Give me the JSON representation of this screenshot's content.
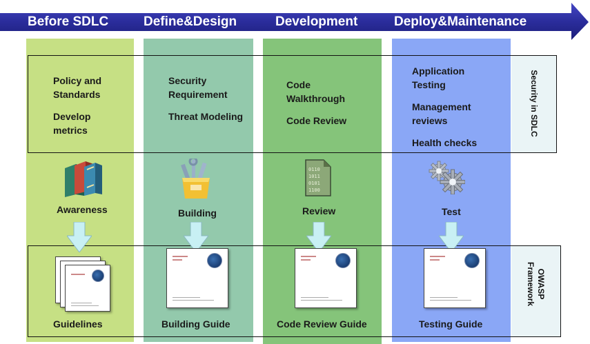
{
  "phases": [
    "Before SDLC",
    "Define&Design",
    "Development",
    "Deploy&Maintenance"
  ],
  "side_labels": {
    "security": "Security in SDLC",
    "framework": "OWASP Framework"
  },
  "activities": {
    "before": [
      "Policy and Standards",
      "Develop metrics"
    ],
    "define": [
      "Security Requirement",
      "Threat Modeling"
    ],
    "development": [
      "Code Walkthrough",
      "Code Review"
    ],
    "deploy": [
      "Application Testing",
      "Management reviews",
      "Health checks"
    ]
  },
  "stages": [
    "Awareness",
    "Building",
    "Review",
    "Test"
  ],
  "guides": [
    "Guidelines",
    "Building Guide",
    "Code Review Guide",
    "Testing Guide"
  ],
  "colors": {
    "banner": "#2b2d9c",
    "col_before": "#c6e084",
    "col_define": "#93c9ac",
    "col_development": "#85c47a",
    "col_deploy": "#8aa7f6",
    "side_panel": "#eaf4f6"
  },
  "icons": [
    "books-icon",
    "toolbox-icon",
    "binary-document-icon",
    "gears-icon",
    "down-arrow-icon",
    "owasp-document-icon"
  ]
}
